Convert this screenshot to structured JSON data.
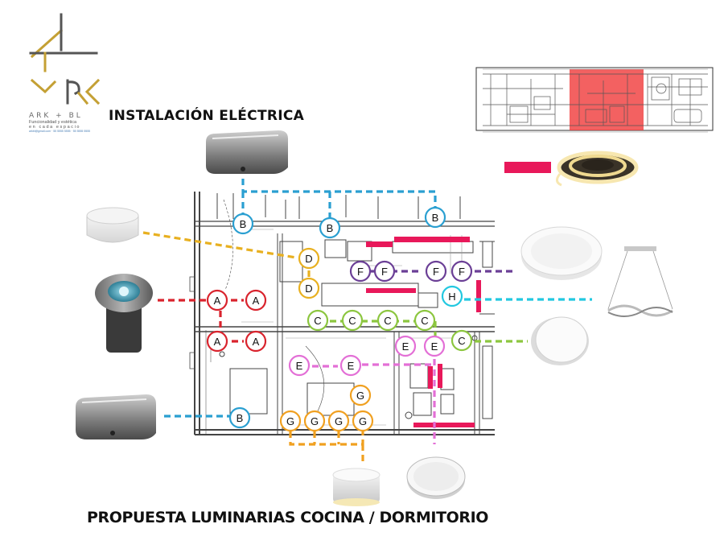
{
  "brand": {
    "name": "ARK + BL",
    "tagline_line1": "Funcionalidad y estética",
    "tagline_line2": "en cada espacio",
    "contact": "arkbl@gmail.com · 55 5555 5555 · 55 5555 5555"
  },
  "titles": {
    "top": "INSTALACIÓN ELÉCTRICA",
    "bottom": "PROPUESTA LUMINARIAS COCINA / DORMITORIO"
  },
  "colors": {
    "A": "#d9232d",
    "B": "#2a9fd1",
    "C": "#8cc63f",
    "D": "#e8b020",
    "E": "#e36fd6",
    "F": "#6b3f96",
    "G": "#f0a020",
    "H": "#22c8e0",
    "led_strip": "#e8185a",
    "plan_highlight": "#f03a3a"
  },
  "fixture_markers": [
    {
      "label": "A",
      "group": "A"
    },
    {
      "label": "A",
      "group": "A"
    },
    {
      "label": "A",
      "group": "A"
    },
    {
      "label": "A",
      "group": "A"
    },
    {
      "label": "B",
      "group": "B"
    },
    {
      "label": "B",
      "group": "B"
    },
    {
      "label": "B",
      "group": "B"
    },
    {
      "label": "B",
      "group": "B"
    },
    {
      "label": "C",
      "group": "C"
    },
    {
      "label": "C",
      "group": "C"
    },
    {
      "label": "C",
      "group": "C"
    },
    {
      "label": "C",
      "group": "C"
    },
    {
      "label": "C",
      "group": "C"
    },
    {
      "label": "D",
      "group": "D"
    },
    {
      "label": "D",
      "group": "D"
    },
    {
      "label": "E",
      "group": "E"
    },
    {
      "label": "E",
      "group": "E"
    },
    {
      "label": "E",
      "group": "E"
    },
    {
      "label": "E",
      "group": "E"
    },
    {
      "label": "F",
      "group": "F"
    },
    {
      "label": "F",
      "group": "F"
    },
    {
      "label": "F",
      "group": "F"
    },
    {
      "label": "F",
      "group": "F"
    },
    {
      "label": "G",
      "group": "G"
    },
    {
      "label": "G",
      "group": "G"
    },
    {
      "label": "G",
      "group": "G"
    },
    {
      "label": "G",
      "group": "G"
    },
    {
      "label": "G",
      "group": "G"
    },
    {
      "label": "H",
      "group": "H"
    }
  ]
}
